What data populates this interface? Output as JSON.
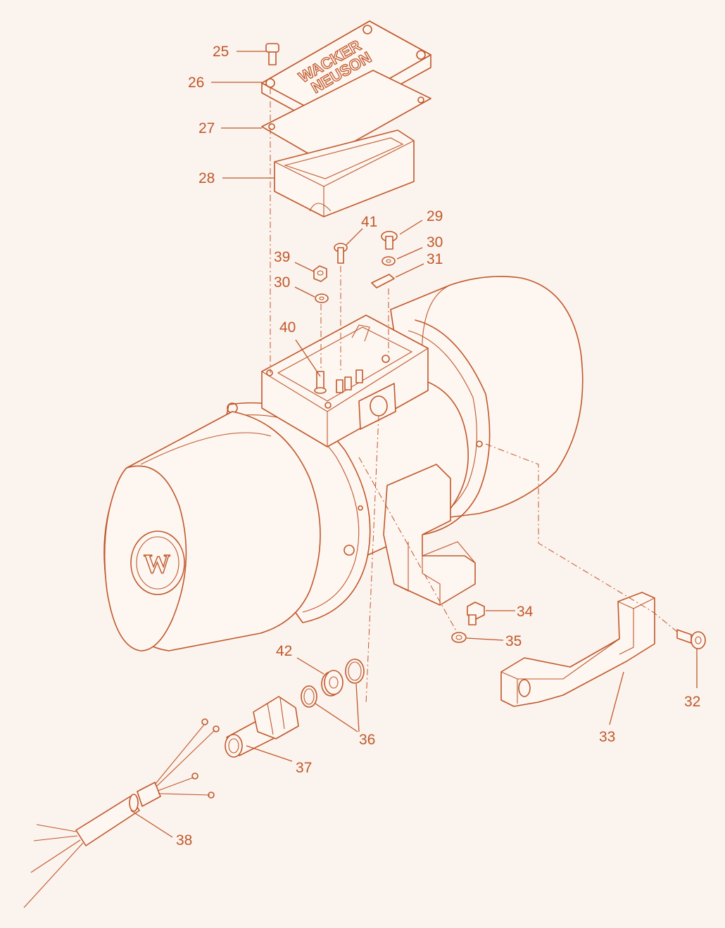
{
  "colors": {
    "line": "#c0582a",
    "background": "#fbf3ee"
  },
  "brand": {
    "line1": "WACKER",
    "line2": "NEUSON",
    "emblem": "W"
  },
  "callouts": {
    "c25": "25",
    "c26": "26",
    "c27": "27",
    "c28": "28",
    "c29": "29",
    "c30a": "30",
    "c31": "31",
    "c39": "39",
    "c30b": "30",
    "c41": "41",
    "c40": "40",
    "c34": "34",
    "c35": "35",
    "c32": "32",
    "c33": "33",
    "c42": "42",
    "c36": "36",
    "c37": "37",
    "c38": "38"
  }
}
